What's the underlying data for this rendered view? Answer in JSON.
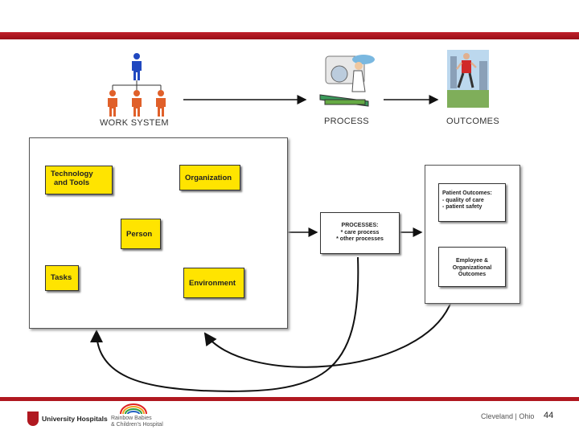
{
  "header": {
    "work_system": "WORK SYSTEM",
    "process": "PROCESS",
    "outcomes": "OUTCOMES"
  },
  "work_system_boxes": {
    "technology": [
      "Technology",
      "and Tools"
    ],
    "organization": "Organization",
    "person": "Person",
    "tasks": "Tasks",
    "environment": "Environment"
  },
  "processes_box": {
    "title": "PROCESSES:",
    "line1": "* care process",
    "line2": "* other processes"
  },
  "outcomes_boxes": {
    "patient": {
      "title": "Patient Outcomes:",
      "line1": "- quality of care",
      "line2": "- patient safety"
    },
    "employee": [
      "Employee &",
      "Organizational",
      "Outcomes"
    ]
  },
  "footer": {
    "logo1": "University Hospitals",
    "logo2_line1": "Rainbow Babies",
    "logo2_line2": "& Children's Hospital",
    "right_text": "Cleveland | Ohio",
    "page_number": "44"
  },
  "colors": {
    "accent_red": "#b01820",
    "box_yellow": "#ffe400",
    "figure_orange": "#e0602a",
    "figure_blue": "#2048c0",
    "figure_green": "#3a9a28"
  }
}
